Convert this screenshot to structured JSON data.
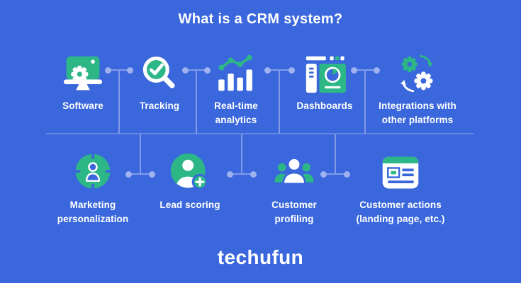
{
  "title": "What is a CRM system?",
  "brand": "techufun",
  "colors": {
    "background": "#3A67DC",
    "accent_green": "#2DB786",
    "connector_line": "#849BE8",
    "connector_dot": "#9FB2EF",
    "text": "#FFFFFF"
  },
  "top_row": [
    {
      "label": "Software",
      "icon": "software-monitor-gear-icon"
    },
    {
      "label": "Tracking",
      "icon": "magnifier-check-icon"
    },
    {
      "label": "Real-time analytics",
      "icon": "bar-chart-trend-icon"
    },
    {
      "label": "Dashboards",
      "icon": "dashboard-pie-icon"
    },
    {
      "label": "Integrations with other platforms",
      "icon": "gears-sync-icon"
    }
  ],
  "bottom_row": [
    {
      "label": "Marketing personalization",
      "icon": "target-person-icon"
    },
    {
      "label": "Lead scoring",
      "icon": "person-plus-icon"
    },
    {
      "label": "Customer profiling",
      "icon": "people-group-icon"
    },
    {
      "label": "Customer actions (landing page, etc.)",
      "icon": "browser-window-icon"
    }
  ]
}
